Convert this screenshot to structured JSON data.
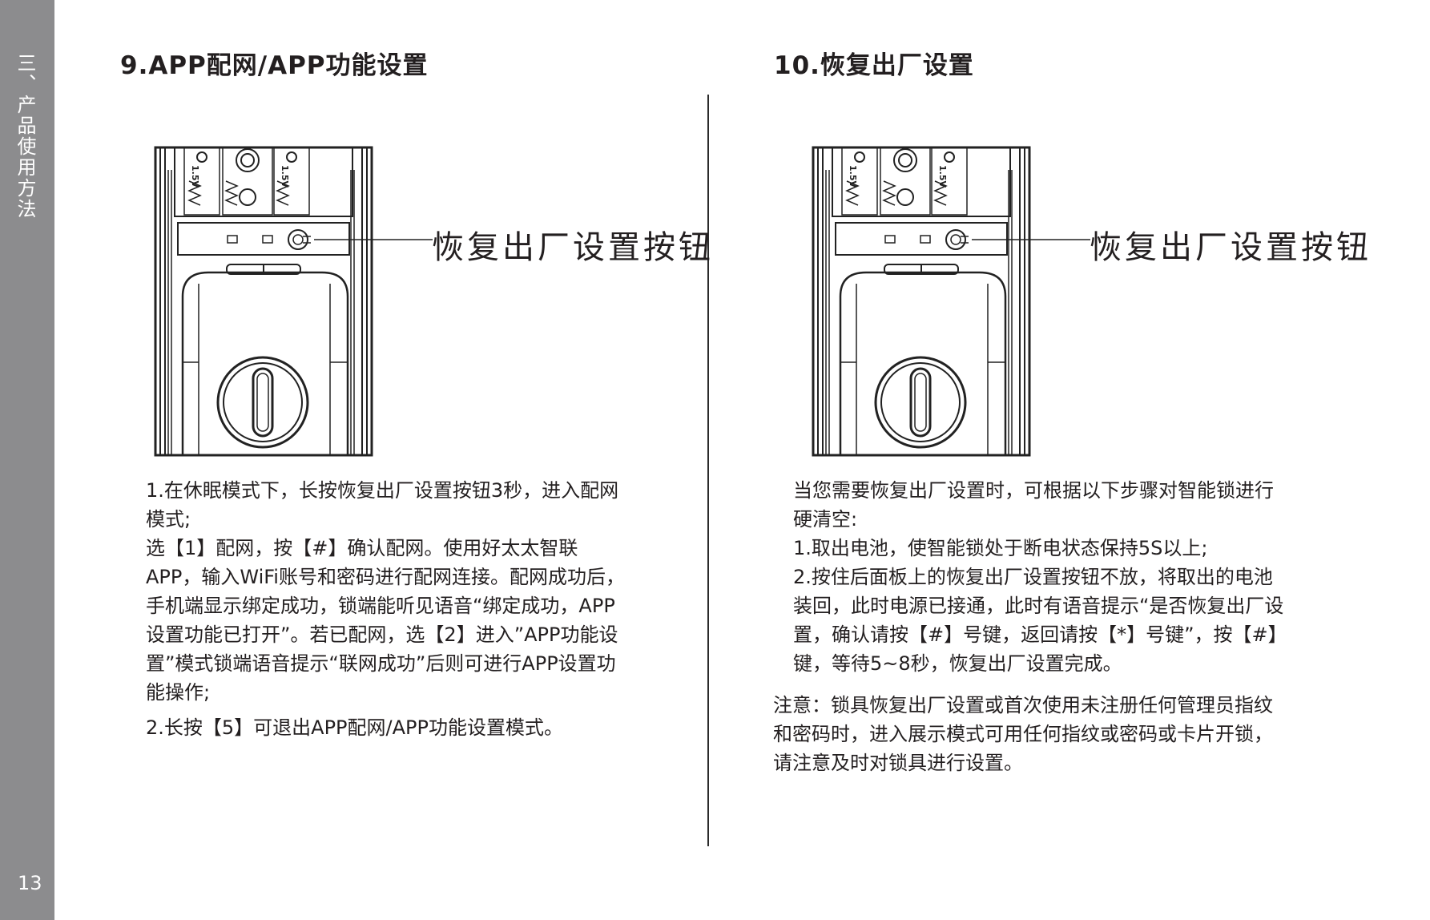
{
  "sidebar": {
    "section_title": "三、产品使用方法",
    "page_number": "13"
  },
  "left": {
    "heading": "9.APP配网/APP功能设置",
    "callout": "恢复出厂设置按钮",
    "battery_label": "1.5V",
    "paragraphs": [
      "1.在休眠模式下，长按恢复出厂设置按钮3秒，进入配网模式;",
      "选【1】配网，按【#】确认配网。使用好太太智联APP，输入WiFi账号和密码进行配网连接。配网成功后，手机端显示绑定成功，锁端能听见语音“绑定成功，APP设置功能已打开”。若已配网，选【2】进入”APP功能设置”模式锁端语音提示“联网成功”后则可进行APP设置功能操作;",
      "2.长按【5】可退出APP配网/APP功能设置模式。"
    ]
  },
  "right": {
    "heading": "10.恢复出厂设置",
    "callout": "恢复出厂设置按钮",
    "battery_label": "1.5V",
    "paragraphs": [
      "当您需要恢复出厂设置时，可根据以下步骤对智能锁进行硬清空:",
      "1.取出电池，使智能锁处于断电状态保持5S以上;",
      "2.按住后面板上的恢复出厂设置按钮不放，将取出的电池装回，此时电源已接通，此时有语音提示“是否恢复出厂设置，确认请按【#】号键，返回请按【*】号键”，按【#】键，等待5~8秒，恢复出厂设置完成。"
    ],
    "note": "注意：锁具恢复出厂设置或首次使用未注册任何管理员指纹和密码时，进入展示模式可用任何指纹或密码或卡片开锁，请注意及时对锁具进行设置。"
  }
}
